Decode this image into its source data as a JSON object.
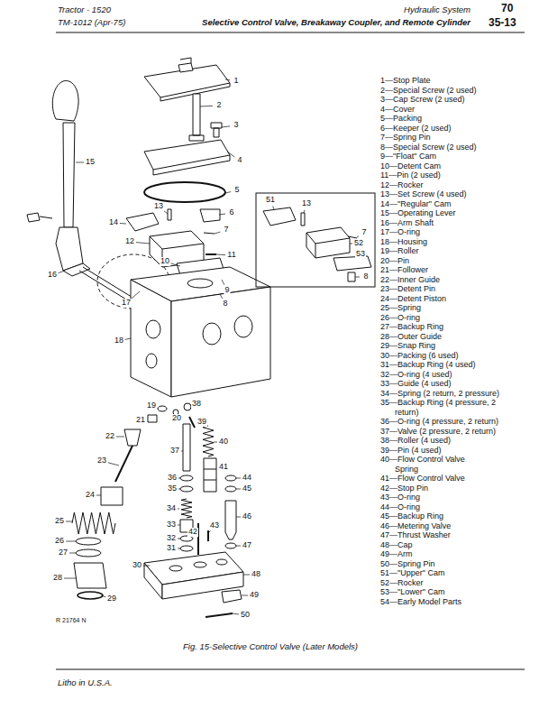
{
  "diagram": {
    "caption": "Fig. 15-Selective Control Valve (Later Models)",
    "labels": [
      "Tractor - 1520",
      "Hydraulic System",
      "70",
      "TM-1012 (Apr-75)",
      "Selective Control Valve, Breakaway Coupler, and Remote Cylinder",
      "35-13",
      "1—Stop Plate",
      "2—Special Screw (2 used)",
      "3—Cap Screw (2 used)",
      "4—Cover",
      "5—Packing",
      "6—Keeper (2 used)",
      "7—Spring Pin",
      "8—Special Screw (2 used)",
      "9—\"Float\" Cam",
      "10—Detent Cam",
      "11—Pin (2 used)",
      "12—Rocker",
      "13—Set Screw (4 used)",
      "14—\"Regular\" Cam",
      "15—Operating Lever",
      "16—Arm Shaft",
      "17—O-ring",
      "18—Housing",
      "19—Roller",
      "20—Pin",
      "21—Follower",
      "22—Inner Guide",
      "23—Detent Pin",
      "24—Detent Piston",
      "25—Spring",
      "26—O-ring",
      "27—Backup Ring",
      "28—Outer Guide",
      "29—Snap Ring",
      "30—Packing (6 used)",
      "31—Backup Ring (4 used)",
      "32—O-ring (4 used)",
      "33—Guide (4 used)",
      "34—Spring (2 return, 2 pressure)",
      "35—Backup Ring (4 pressure, 2 return)",
      "36—O-ring (4 pressure, 2 return)",
      "37—Valve (2 pressure, 2 return)",
      "38—Roller (4 used)",
      "39—Pin (4 used)",
      "40—Flow Control Valve Spring",
      "41—Flow Control Valve",
      "42—Stop Pin",
      "43—O-ring",
      "44—O-ring",
      "45—Backup Ring",
      "46—Metering Valve",
      "47—Thrust Washer",
      "48—Cap",
      "49—Arm",
      "50—Spring Pin",
      "51—\"Upper\" Cam",
      "52—Rocker",
      "53—\"Lower\" Cam",
      "54—Early Model Parts",
      "1",
      "2",
      "3",
      "4",
      "5",
      "6",
      "7",
      "13",
      "14",
      "12",
      "11",
      "10",
      "9",
      "8",
      "15",
      "16",
      "17",
      "18",
      "19",
      "20",
      "21",
      "38",
      "39",
      "22",
      "37",
      "40",
      "41",
      "23",
      "36",
      "35",
      "44",
      "45",
      "34",
      "24",
      "25",
      "46",
      "43",
      "42",
      "33",
      "32",
      "31",
      "47",
      "26",
      "27",
      "30",
      "48",
      "28",
      "29",
      "49",
      "50",
      "51",
      "13",
      "7",
      "52",
      "53",
      "8",
      "R 21764 N",
      "Litho in U.S.A."
    ]
  }
}
